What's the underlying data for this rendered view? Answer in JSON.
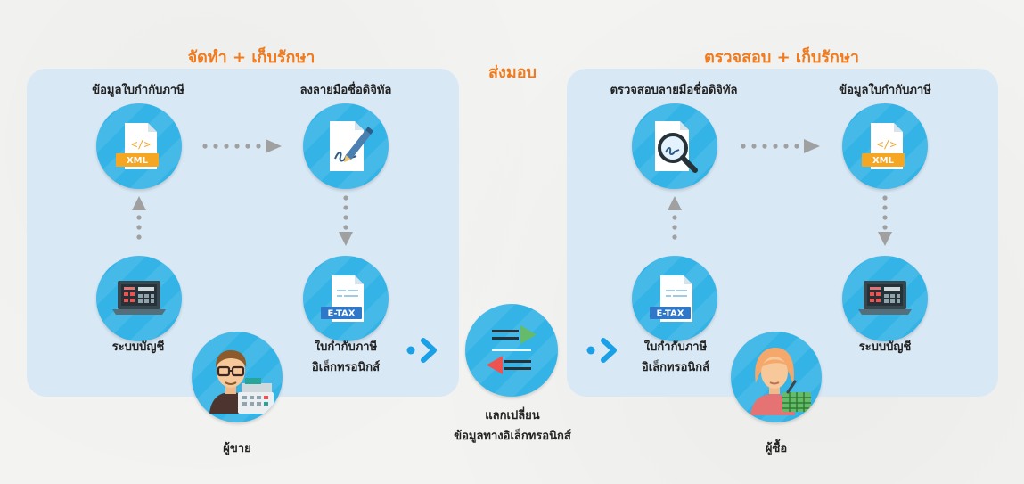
{
  "sections": {
    "prepare_title": "จัดทำ + เก็บรักษา",
    "deliver_title": "ส่งมอบ",
    "verify_title": "ตรวจสอบ + เก็บรักษา"
  },
  "left": {
    "xml_label": "ข้อมูลใบกำกับภาษี",
    "sign_label": "ลงลายมือชื่อดิจิทัล",
    "accounting_label": "ระบบบัญชี",
    "etax_label_1": "ใบกำกับภาษี",
    "etax_label_2": "อิเล็กทรอนิกส์",
    "seller_label": "ผู้ขาย"
  },
  "middle": {
    "exchange_label_1": "แลกเปลี่ยน",
    "exchange_label_2": "ข้อมูลทางอิเล็กทรอนิกส์"
  },
  "right": {
    "verify_sign_label": "ตรวจสอบลายมือชื่อดิจิทัล",
    "xml_label": "ข้อมูลใบกำกับภาษี",
    "etax_label_1": "ใบกำกับภาษี",
    "etax_label_2": "อิเล็กทรอนิกส์",
    "accounting_label": "ระบบบัญชี",
    "buyer_label": "ผู้ซื้อ"
  },
  "badges": {
    "xml": "XML",
    "etax": "E-TAX"
  },
  "icons": {
    "xml_doc": "xml-document-icon",
    "signature": "signature-pen-icon",
    "etax_doc": "etax-document-icon",
    "laptop": "accounting-laptop-icon",
    "seller": "seller-cashier-icon",
    "exchange": "exchange-arrows-icon",
    "magnifier": "verify-magnifier-icon",
    "buyer": "buyer-basket-icon",
    "chevron": "chevron-right-icon"
  },
  "colors": {
    "title_orange": "#f07a1e",
    "panel_blue": "#d8e8f5",
    "circle_blue": "#33b3e6",
    "badge_orange": "#f5a623",
    "badge_blue": "#2f77c8",
    "chevron_blue": "#1aa0e6",
    "dots_gray": "#a0a0a0"
  }
}
